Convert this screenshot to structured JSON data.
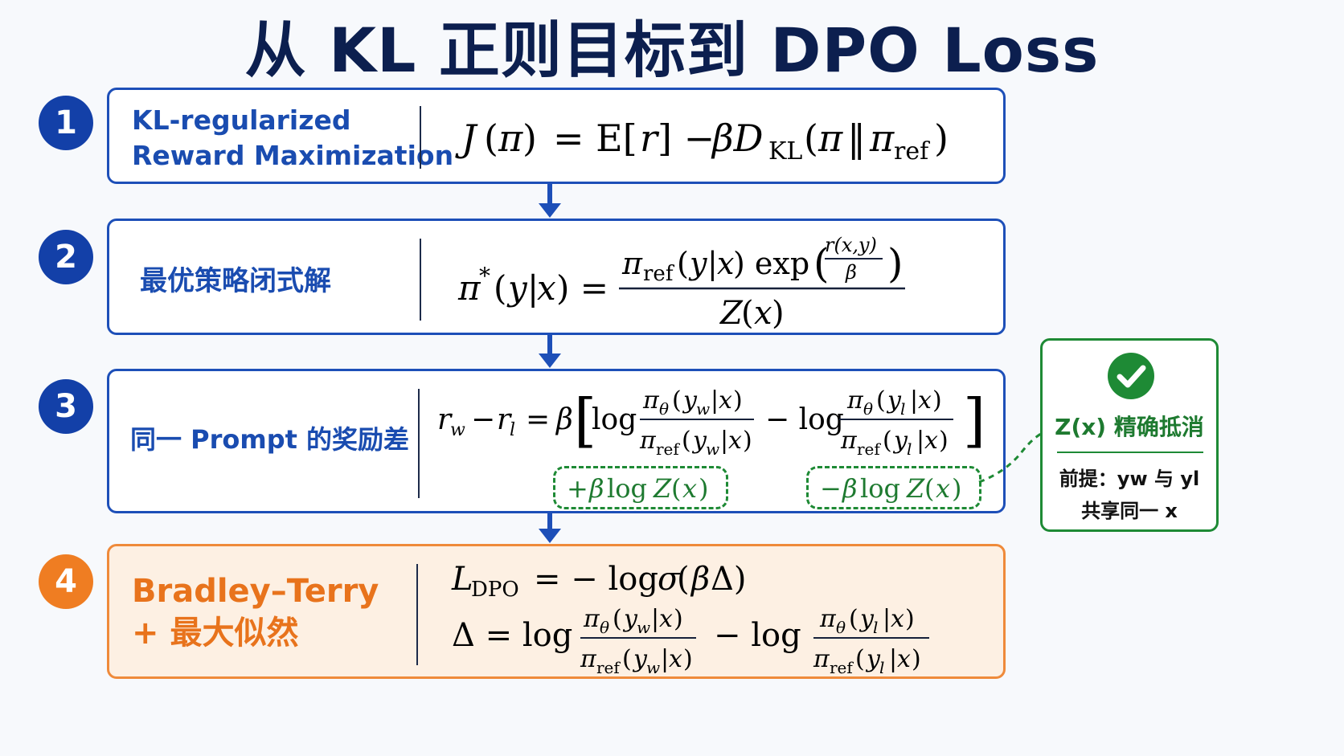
{
  "title": "从 KL 正则目标到 DPO Loss",
  "steps": [
    {
      "number": "1",
      "label_line1": "KL-regularized",
      "label_line2": "Reward Maximization"
    },
    {
      "number": "2",
      "label": "最优策略闭式解"
    },
    {
      "number": "3",
      "label": "同一 Prompt 的奖励差"
    },
    {
      "number": "4",
      "label_line1": "Bradley–Terry",
      "label_line2": "+ 最大似然"
    }
  ],
  "side_note": {
    "title": "Z(x) 精确抵消",
    "line1": "前提：yw 与 yl",
    "line2": "共享同一 x"
  },
  "colors": {
    "blue": "#1d4fb8",
    "orange": "#ef8a3a",
    "green": "#1e8a35",
    "navy": "#0c1f4f"
  },
  "icons": {
    "check": "check-circle-icon"
  }
}
